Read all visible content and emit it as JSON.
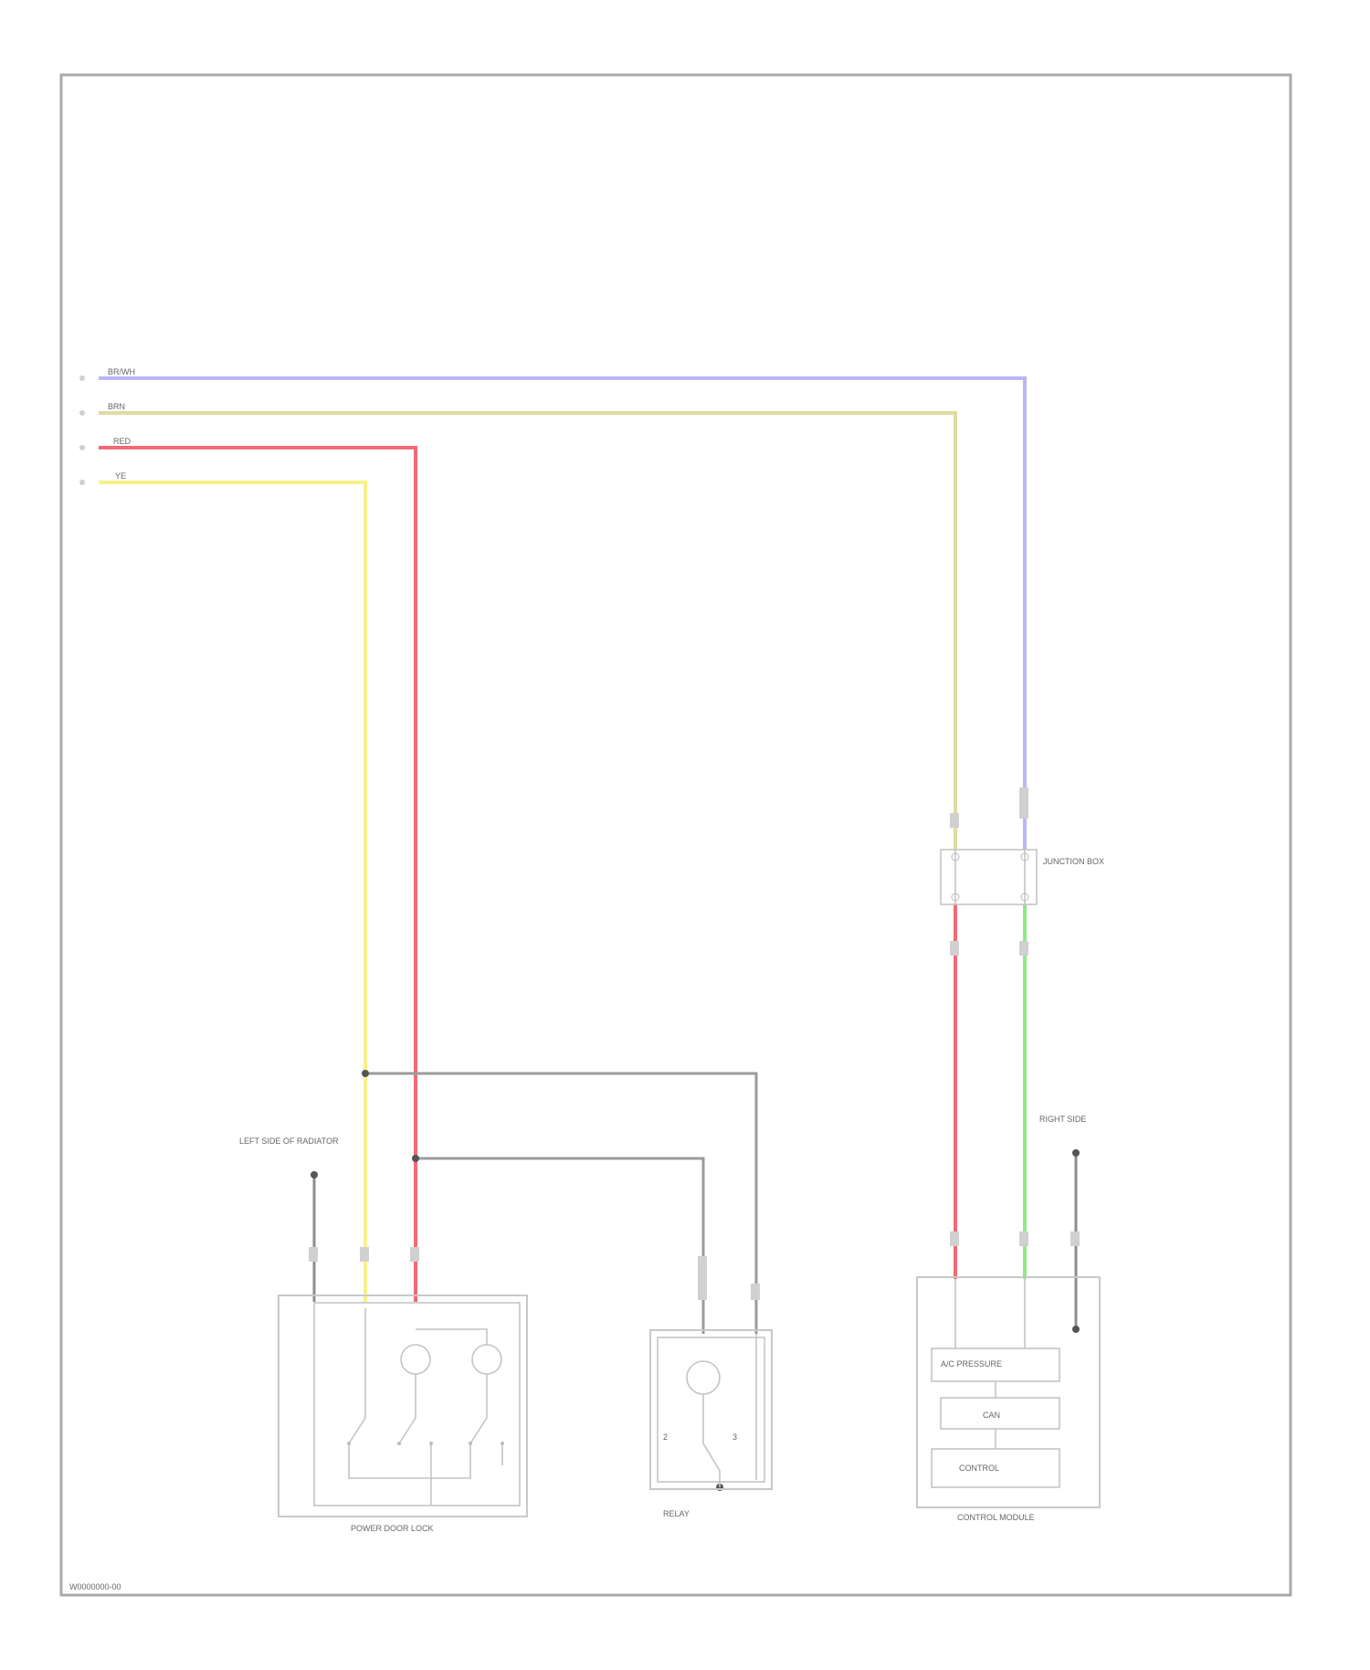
{
  "wires": {
    "purple": {
      "code": "BR/WH",
      "color": "#b9b6f5"
    },
    "tan": {
      "code": "BRN",
      "color": "#e0dba0"
    },
    "red": {
      "code": "RED",
      "color": "#f26a74"
    },
    "yellow": {
      "code": "YE",
      "color": "#f7f28a"
    },
    "green": {
      "code": "",
      "color": "#8fe98a"
    },
    "gray": {
      "code": "",
      "color": "#9b9b9b"
    }
  },
  "labels": {
    "left_ground": "LEFT SIDE OF RADIATOR",
    "right_ground": "RIGHT SIDE",
    "junction_connector": "JUNCTION BOX",
    "module_line1": "A/C PRESSURE",
    "module_line2": "CAN",
    "module_line3": "CONTROL",
    "left_component": "POWER DOOR LOCK",
    "middle_component": "RELAY",
    "right_component": "CONTROL MODULE",
    "footer_code": "W0000000-00"
  },
  "colors": {
    "frame": "#aaaaaa",
    "component": "#c8c8c8",
    "text": "#666666",
    "gray_wire": "#9b9b9b"
  }
}
